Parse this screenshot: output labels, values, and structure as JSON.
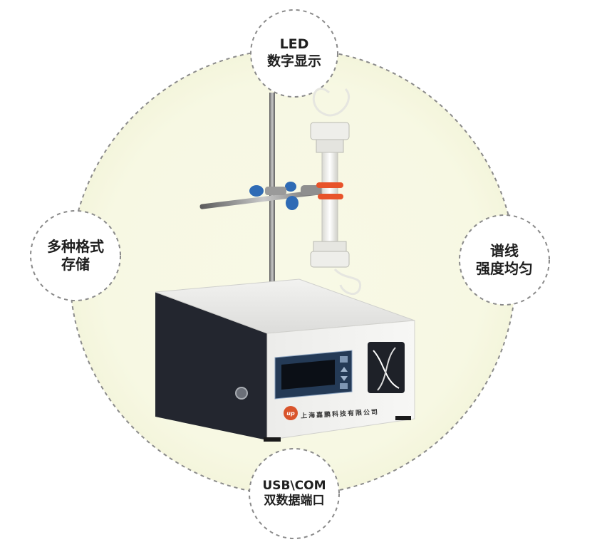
{
  "features": {
    "led": {
      "line1": "LED",
      "line2": "数字显示"
    },
    "storage": {
      "line1": "多种格式",
      "line2": "存储"
    },
    "spectrum": {
      "line1": "谱线",
      "line2": "强度均匀"
    },
    "port": {
      "line1": "USB\\COM",
      "line2": "双数据端口"
    }
  },
  "brand": {
    "logo_text": "up",
    "name": "上海嘉鹏科技有限公司"
  },
  "colors": {
    "background_glow": "#f7f8e4",
    "badge_border": "#8a8a8a",
    "device_body": "#23262f",
    "device_top": "#e8e8e6",
    "device_front": "#f1f1ef",
    "display_panel": "#243a56",
    "brand_logo": "#d9542b",
    "clamp_knob": "#2f6bb5",
    "clip": "#e8532a"
  },
  "icons": {
    "display_buttons": [
      "menu-icon",
      "up-arrow-icon",
      "down-arrow-icon",
      "enter-icon"
    ],
    "power": "power-button-icon"
  }
}
